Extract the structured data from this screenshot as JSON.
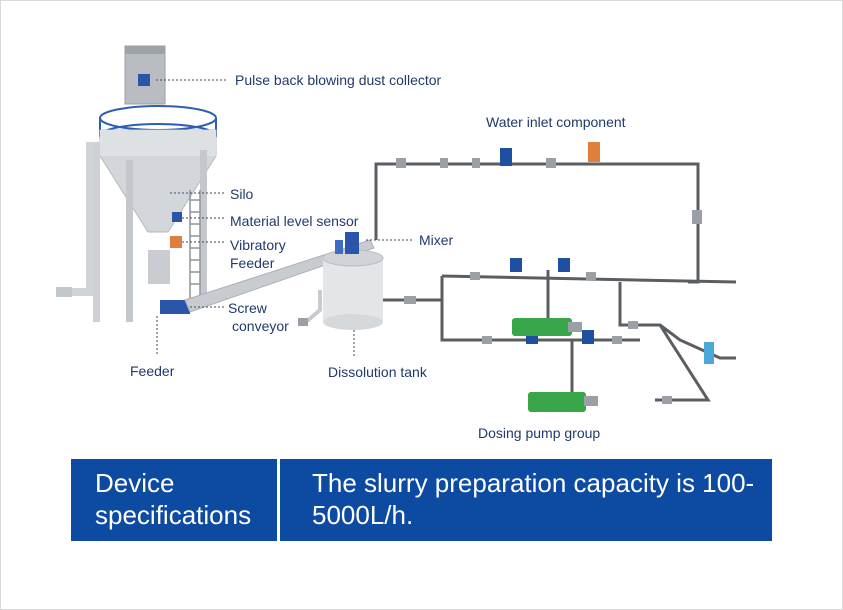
{
  "labels": {
    "dust_collector": "Pulse back blowing dust collector",
    "water_inlet": "Water inlet component",
    "silo": "Silo",
    "level_sensor": "Material level sensor",
    "vibratory_feeder_1": "Vibratory",
    "vibratory_feeder_2": "Feeder",
    "mixer": "Mixer",
    "screw_conveyor_1": "Screw",
    "screw_conveyor_2": "conveyor",
    "feeder": "Feeder",
    "dissolution_tank": "Dissolution tank",
    "dosing_pump_group": "Dosing pump group"
  },
  "spec": {
    "heading": "Device specifications",
    "text": "The slurry preparation capacity is 100-5000L/h."
  },
  "colors": {
    "label_text": "#1f3a6b",
    "spec_background": "#0d4aa2",
    "pipe": "#5a5e63",
    "pump_green": "#3aa64a",
    "valve_blue": "#1f4fa0"
  }
}
